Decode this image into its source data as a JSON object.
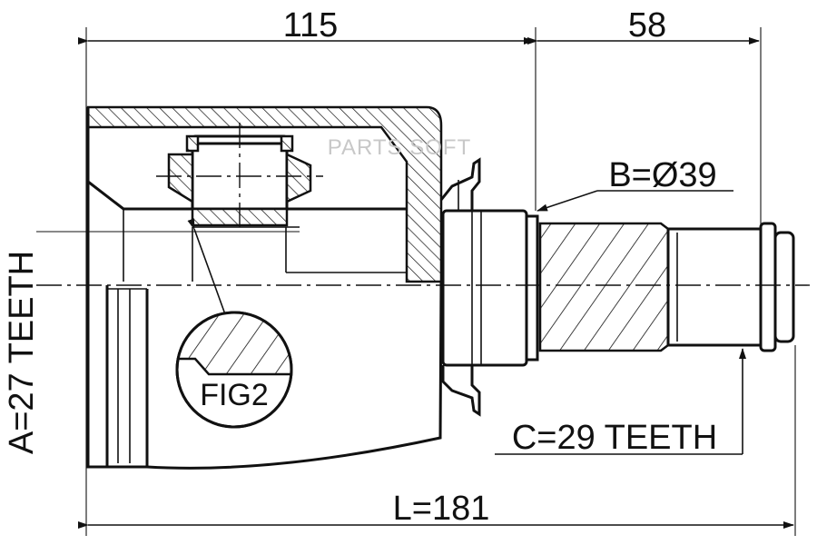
{
  "dimensions": {
    "overall_width": "115",
    "shaft_length": "58",
    "total_length": "L=181",
    "outer_teeth": "A=27 TEETH",
    "shaft_diameter": "B=Ø39",
    "shaft_teeth": "C=29 TEETH"
  },
  "detail_label": "FIG2",
  "watermark": "PARTS SOFT",
  "colors": {
    "line": "#111111",
    "background": "#ffffff",
    "watermark": "#c8c8c8"
  }
}
